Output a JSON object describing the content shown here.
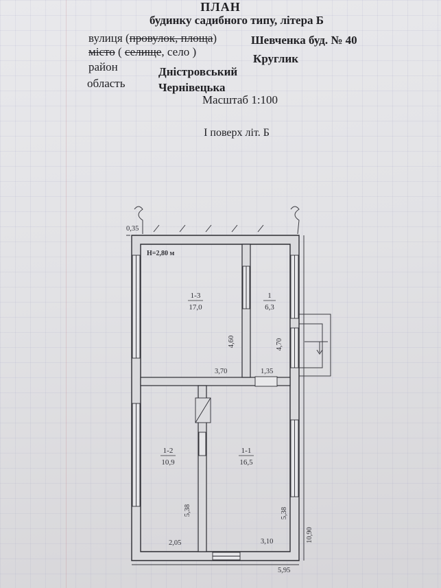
{
  "header": {
    "title": "ПЛАН",
    "subtitle": "будинку садибного типу, літера Б"
  },
  "address": {
    "street_prefix": "вулиця (",
    "street_struck": "провулок, площа",
    "street_suffix": ")",
    "street_value": "Шевченка  буд. № 40",
    "locality_struck_1": "місто",
    "locality_mid": " ( ",
    "locality_struck_2": "селище",
    "locality_suffix": ", село )",
    "locality_value": "Круглик",
    "district_label": "район",
    "district_value": "Дністровський",
    "region_label": "область",
    "region_value": "Чернівецька"
  },
  "scale": "Масштаб 1:100",
  "floor_caption": "I поверх літ. Б",
  "plan": {
    "height_note": "H=2,80 м",
    "rooms": [
      {
        "number": "1-3",
        "area": "17,0"
      },
      {
        "number": "1",
        "area": "6,3"
      },
      {
        "number": "1-2",
        "area": "10,9"
      },
      {
        "number": "1-1",
        "area": "16,5"
      }
    ],
    "dimensions": {
      "wall_offset": "0,35",
      "room13_depth": "4,60",
      "room1_depth": "4,70",
      "room13_width": "3,70",
      "room1_width": "1,35",
      "room12_depth": "5,38",
      "room11_depth": "5,38",
      "room12_width": "2,05",
      "room11_width": "3,10",
      "total_length": "10,90",
      "total_width": "5,95"
    }
  }
}
